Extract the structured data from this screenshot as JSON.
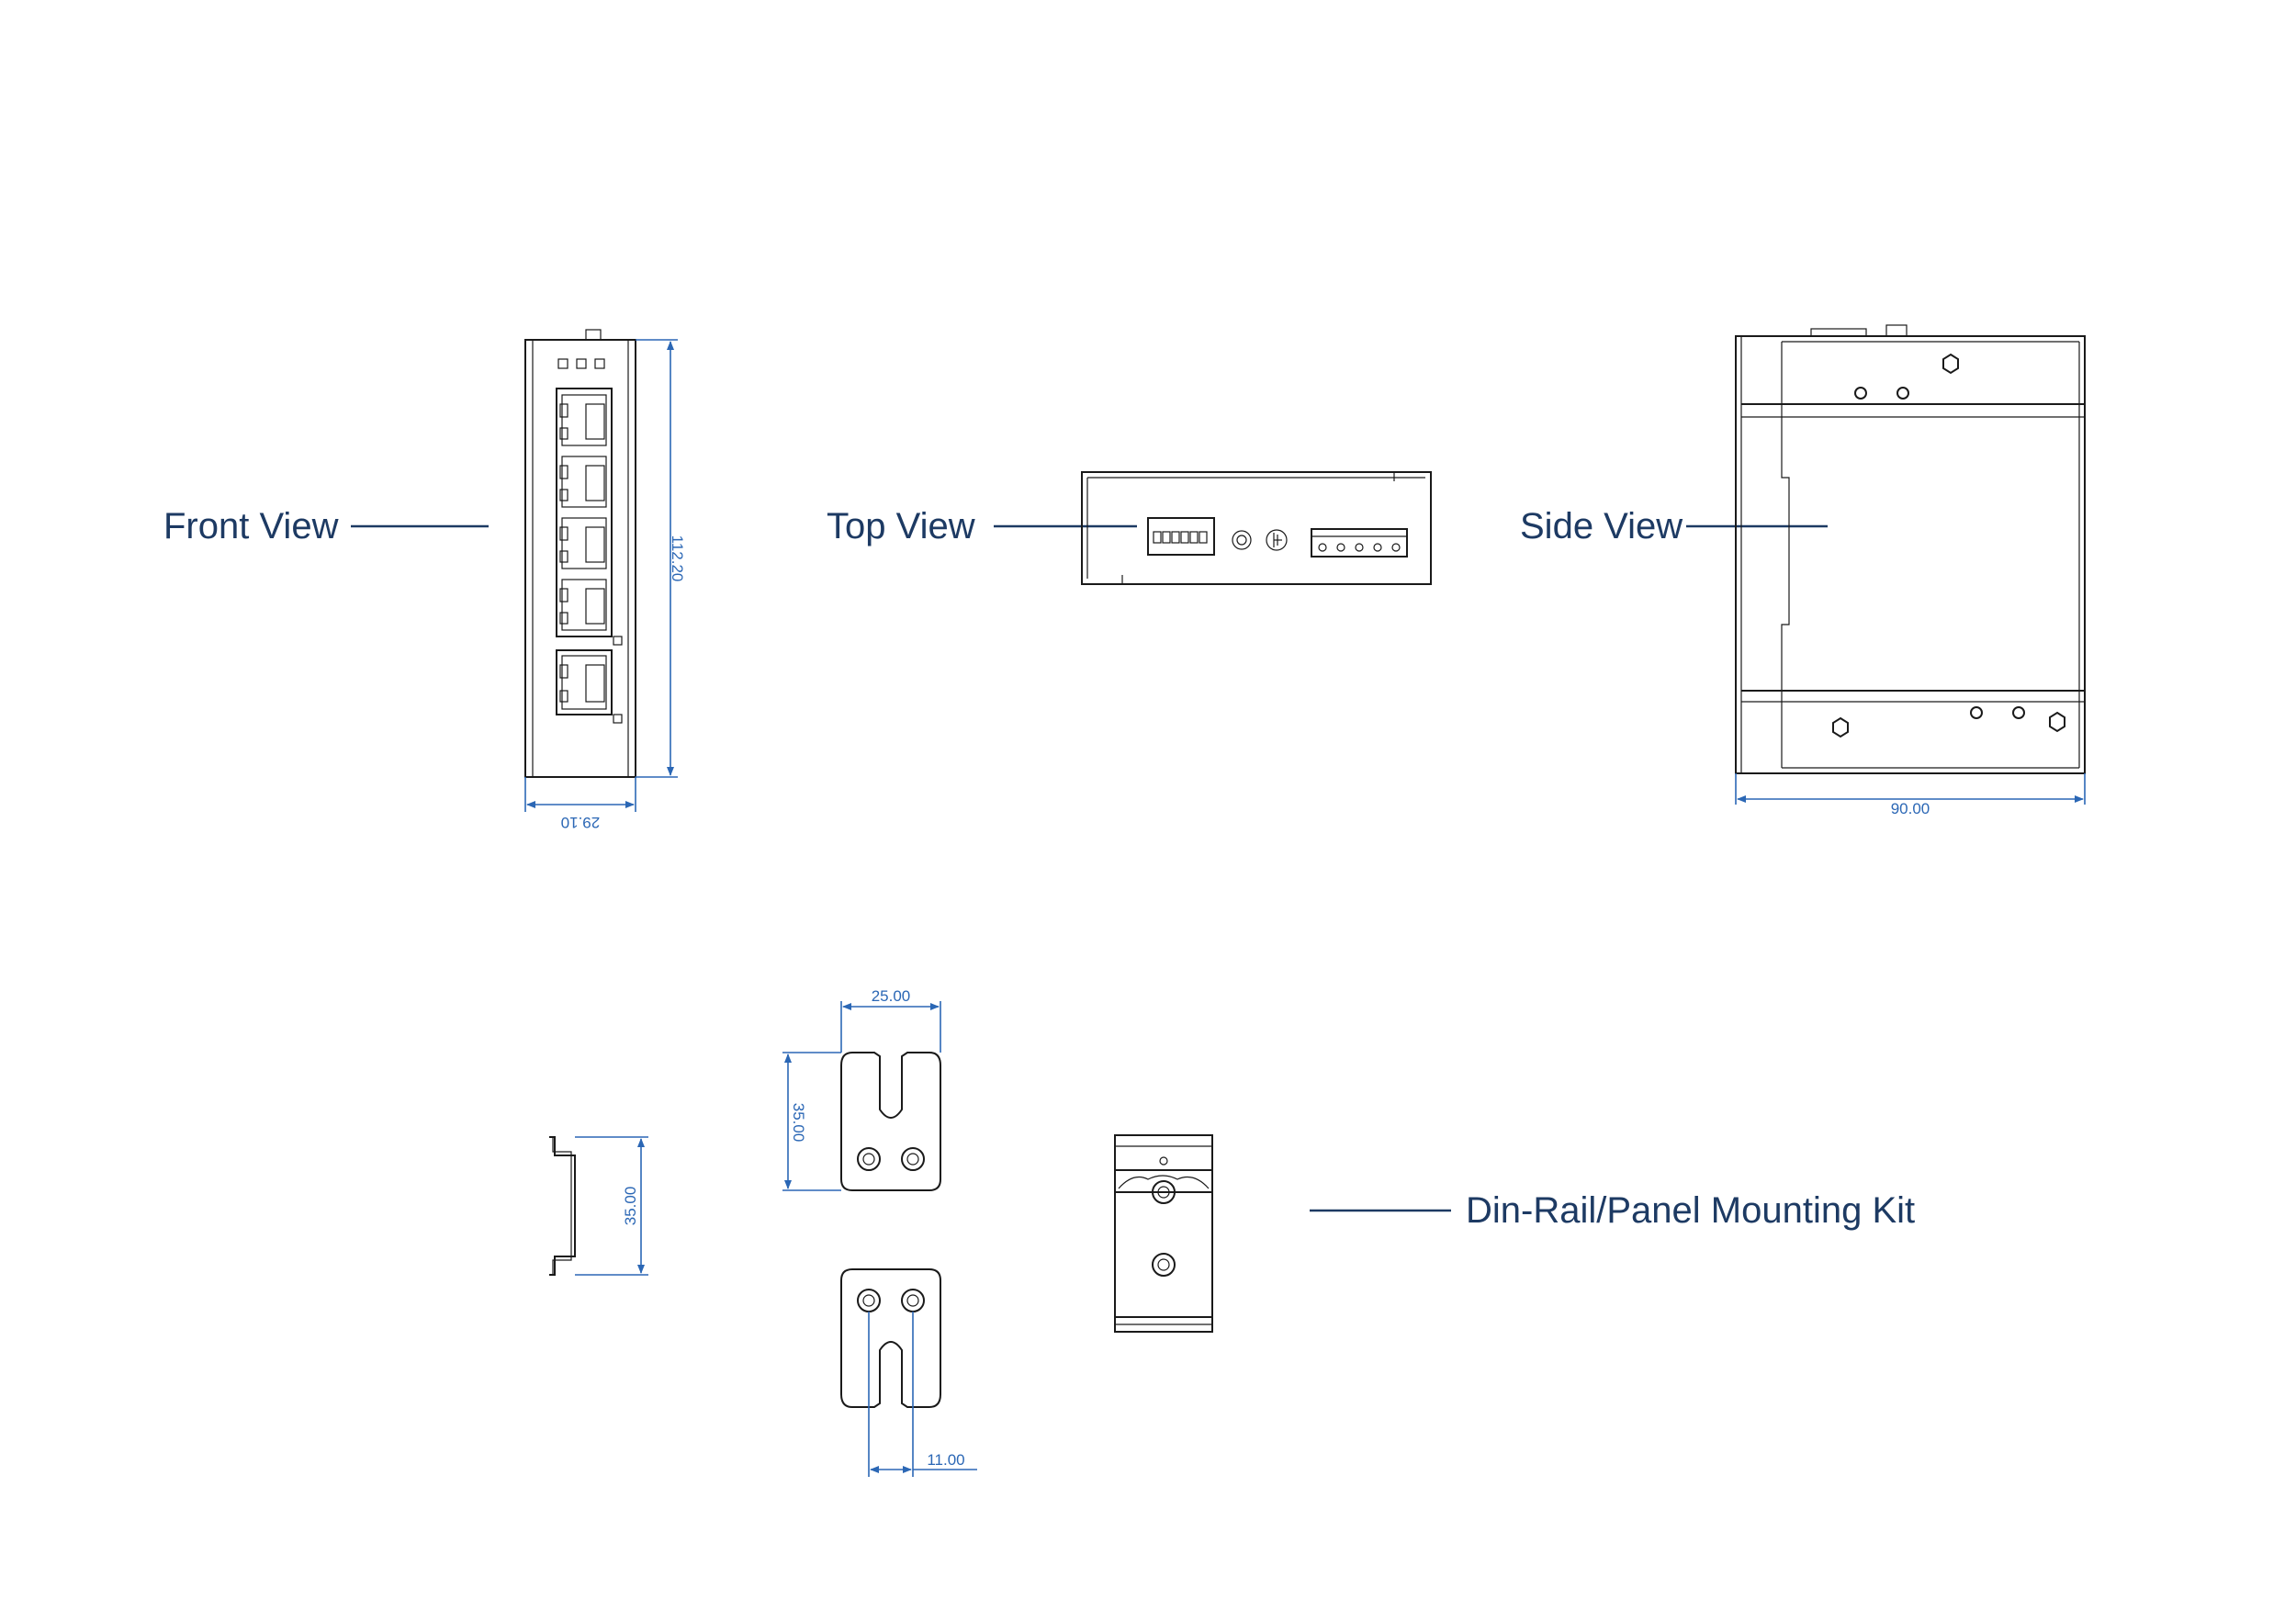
{
  "labels": {
    "front_view": "Front View",
    "top_view": "Top View",
    "side_view": "Side View",
    "mounting_kit": "Din-Rail/Panel Mounting Kit"
  },
  "dimensions": {
    "front_height": "112.20",
    "front_width": "29.10",
    "side_depth": "90.00",
    "bracket_width": "25.00",
    "bracket_height": "35.00",
    "rail_height": "35.00",
    "hole_spacing": "11.00"
  },
  "colors": {
    "label": "#1d3a63",
    "dimension": "#2b67b5",
    "outline": "#1a1a1a"
  }
}
